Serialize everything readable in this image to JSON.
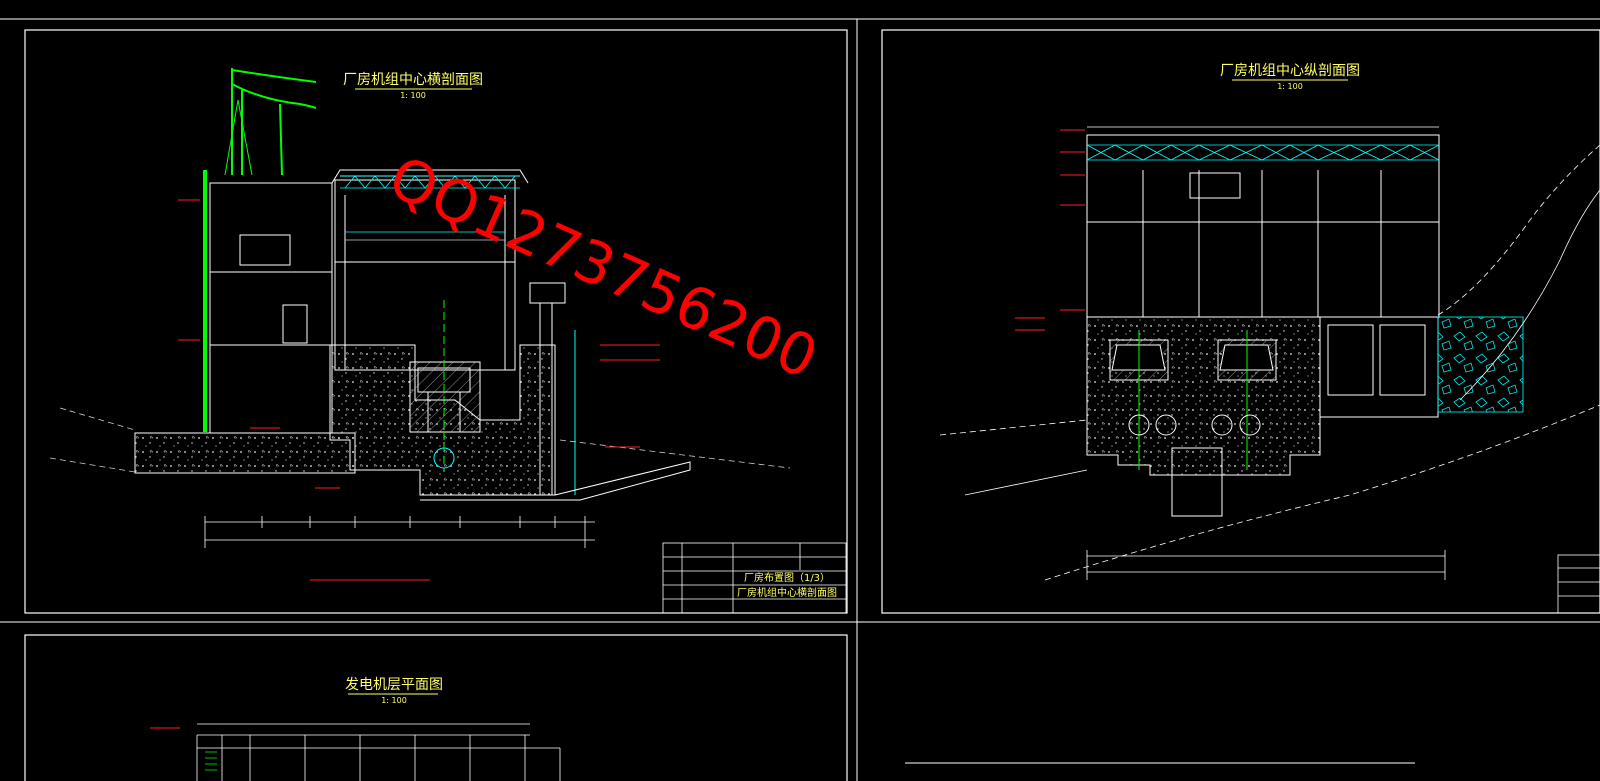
{
  "sheets": [
    {
      "id": "cross-section",
      "title": "厂房机组中心横剖面图",
      "scale": "1: 100",
      "title_block": {
        "row1": "厂房布置图（1/3）",
        "row2": "厂房机组中心横剖面图"
      }
    },
    {
      "id": "longitudinal-section",
      "title": "厂房机组中心纵剖面图",
      "scale": "1: 100"
    },
    {
      "id": "generator-floor-plan",
      "title": "发电机层平面图",
      "scale": "1: 100"
    }
  ],
  "watermark": "QQ1273756200",
  "colors": {
    "background": "#000000",
    "frame": "#ffffff",
    "green": "#00ff00",
    "cyan": "#00ffff",
    "red": "#ff2020",
    "yellow": "#ffff00",
    "watermark": "#ff0000"
  }
}
